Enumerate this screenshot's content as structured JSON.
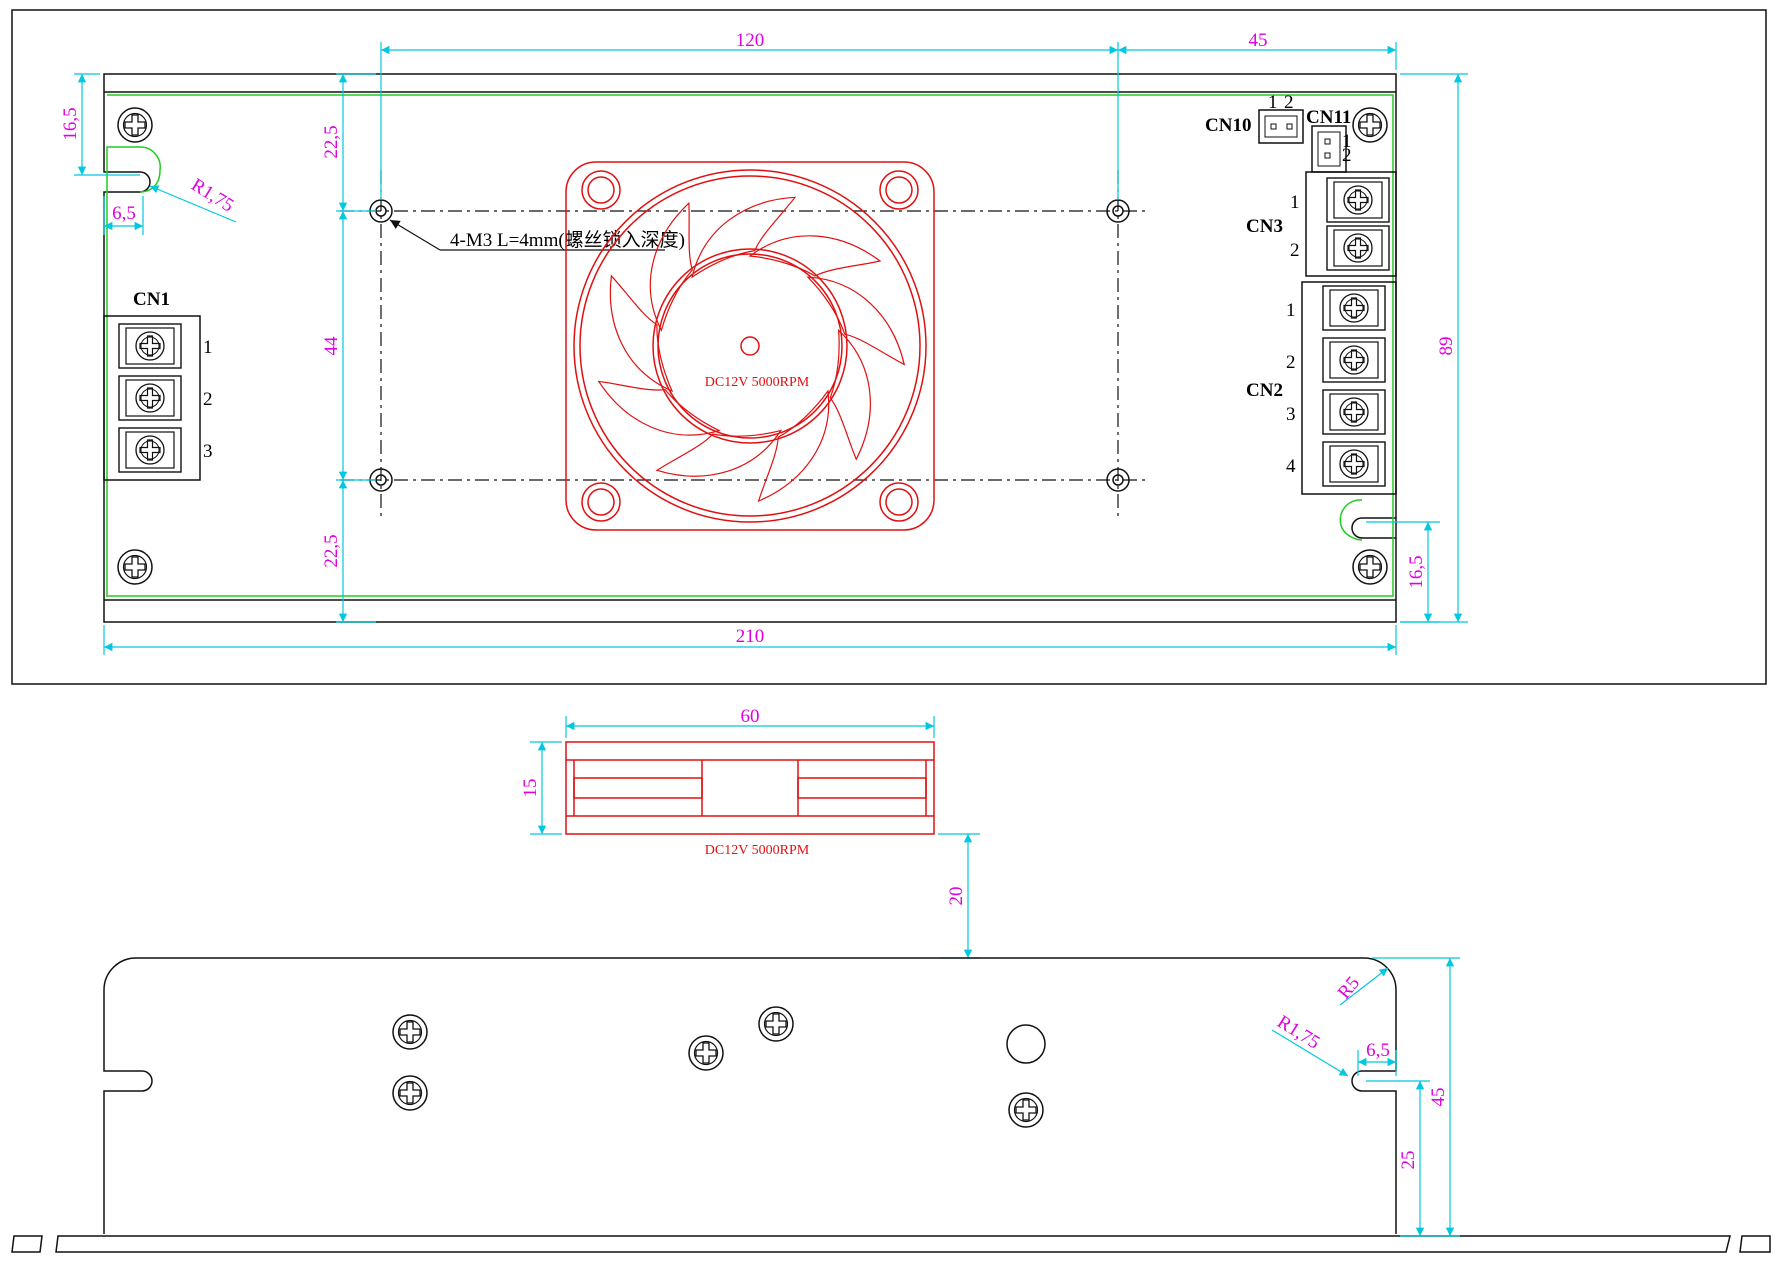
{
  "top_view": {
    "dims": {
      "width_total": "210",
      "hole_spacing_x": "120",
      "right_offset": "45",
      "height_total": "89",
      "top_margin": "22,5",
      "hole_spacing_y": "44",
      "bottom_margin": "22,5",
      "slot_top_left": "16,5",
      "slot_width": "6,5",
      "slot_radius": "R1,75",
      "slot_bottom_right": "16,5"
    },
    "hole_callout": "4-M3 L=4mm(螺丝锁入深度)",
    "fan_label": "DC12V 5000RPM",
    "connectors": {
      "cn1": {
        "name": "CN1",
        "pins": [
          "1",
          "2",
          "3"
        ]
      },
      "cn2": {
        "name": "CN2",
        "pins": [
          "1",
          "2",
          "3",
          "4"
        ]
      },
      "cn3": {
        "name": "CN3",
        "pins": [
          "1",
          "2"
        ]
      },
      "cn10": {
        "name": "CN10",
        "pins": [
          "1",
          "2"
        ]
      },
      "cn11": {
        "name": "CN11",
        "pins": [
          "1",
          "2"
        ]
      }
    }
  },
  "fan_side_view": {
    "dims": {
      "width": "60",
      "height": "15",
      "gap": "20"
    },
    "label": "DC12V 5000RPM"
  },
  "side_view": {
    "dims": {
      "corner_radius": "R5",
      "slot_radius": "R1,75",
      "slot_width": "6,5",
      "height_total": "45",
      "slot_height": "25"
    }
  },
  "colors": {
    "outline": "#111111",
    "dimension_line": "#00c8e0",
    "dimension_text": "#e000e0",
    "fan": "#e01010",
    "pcb_edge": "#22cc22"
  }
}
